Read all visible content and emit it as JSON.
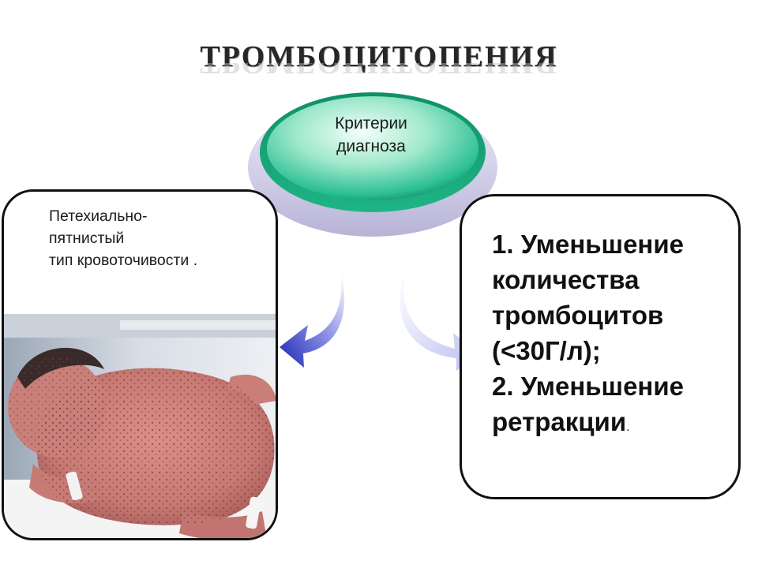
{
  "slide": {
    "title": "ТРОМБОЦИТОПЕНИЯ",
    "center_oval": {
      "line1": "Критерии",
      "line2": "диагноза"
    },
    "left_panel": {
      "text": "Петехиально-\nпятнистый\n тип кровоточивости .",
      "image": "photo-infant-with-petechial-rash"
    },
    "right_panel": {
      "lines": [
        "1. Уменьшение",
        "количества",
        "тромбоцитов",
        "(<30Г/л);",
        "2. Уменьшение",
        "ретракции"
      ],
      "trailing_dot": "."
    },
    "colors": {
      "oval_green": "#1fae84",
      "oval_base": "#d6d4ec",
      "arrow_left": "#2a33b8",
      "arrow_right": "#c9cdf2",
      "border": "#111111"
    }
  }
}
